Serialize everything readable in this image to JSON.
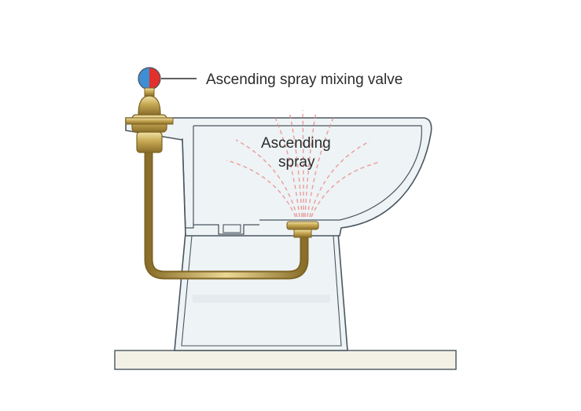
{
  "labels": {
    "valve": "Ascending spray mixing valve",
    "spray_line1": "Ascending",
    "spray_line2": "spray"
  },
  "colors": {
    "outline": "#4a5660",
    "porcelain": "#eef3f5",
    "porcelain_shade": "#dfe7ea",
    "floor": "#f3f1e6",
    "brass": "#b99a4a",
    "brass_light": "#e4cf86",
    "brass_dark": "#7d6424",
    "spray": "#e98d8d",
    "hot": "#e2312c",
    "cold": "#3e8ed4"
  },
  "icons": {
    "valve_handle": "hot-cold-dial-icon"
  }
}
